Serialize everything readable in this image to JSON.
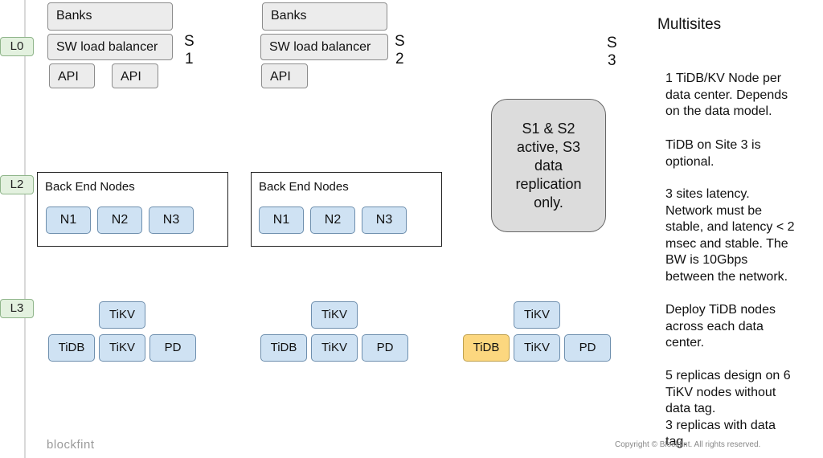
{
  "levels": [
    "L0",
    "L2",
    "L3"
  ],
  "sites": [
    {
      "label": [
        "S",
        "1"
      ],
      "banks": "Banks",
      "load_balancer": "SW load balancer",
      "apis": [
        "API",
        "API"
      ],
      "backend_title": "Back End Nodes",
      "nodes": [
        "N1",
        "N2",
        "N3"
      ],
      "tikv_top": "TiKV",
      "bottom": [
        "TiDB",
        "TiKV",
        "PD"
      ]
    },
    {
      "label": [
        "S",
        "2"
      ],
      "banks": "Banks",
      "load_balancer": "SW load balancer",
      "apis": [
        "API"
      ],
      "backend_title": "Back End Nodes",
      "nodes": [
        "N1",
        "N2",
        "N3"
      ],
      "tikv_top": "TiKV",
      "bottom": [
        "TiDB",
        "TiKV",
        "PD"
      ]
    },
    {
      "label": [
        "S",
        "3"
      ],
      "tikv_top": "TiKV",
      "bottom": [
        "TiDB",
        "TiKV",
        "PD"
      ]
    }
  ],
  "note_box": [
    "S1 & S2",
    "active, S3",
    "data",
    "replication",
    "only."
  ],
  "side_panel": {
    "title": "Multisites",
    "paragraphs": [
      [
        "1 TiDB/KV Node per",
        "data center. Depends",
        "on the data model."
      ],
      [
        "TiDB on Site 3 is",
        "optional."
      ],
      [
        "3 sites latency.",
        "Network must be",
        "stable, and latency < 2",
        "msec and stable. The",
        "BW is 10Gbps",
        "between the network."
      ],
      [
        "Deploy TiDB nodes",
        "across each data",
        "center."
      ],
      [
        "5 replicas design on 6",
        "TiKV nodes without",
        "data tag.",
        "3 replicas with data",
        "tag."
      ]
    ]
  },
  "footer": {
    "logo": "blockfint",
    "copyright": "Copyright © Blockfint. All rights reserved."
  },
  "colors": {
    "level_tag": "#e3f1df",
    "gray_box": "#ececec",
    "blue_box": "#cfe2f3",
    "tidb_optional": "#fcd77f"
  }
}
